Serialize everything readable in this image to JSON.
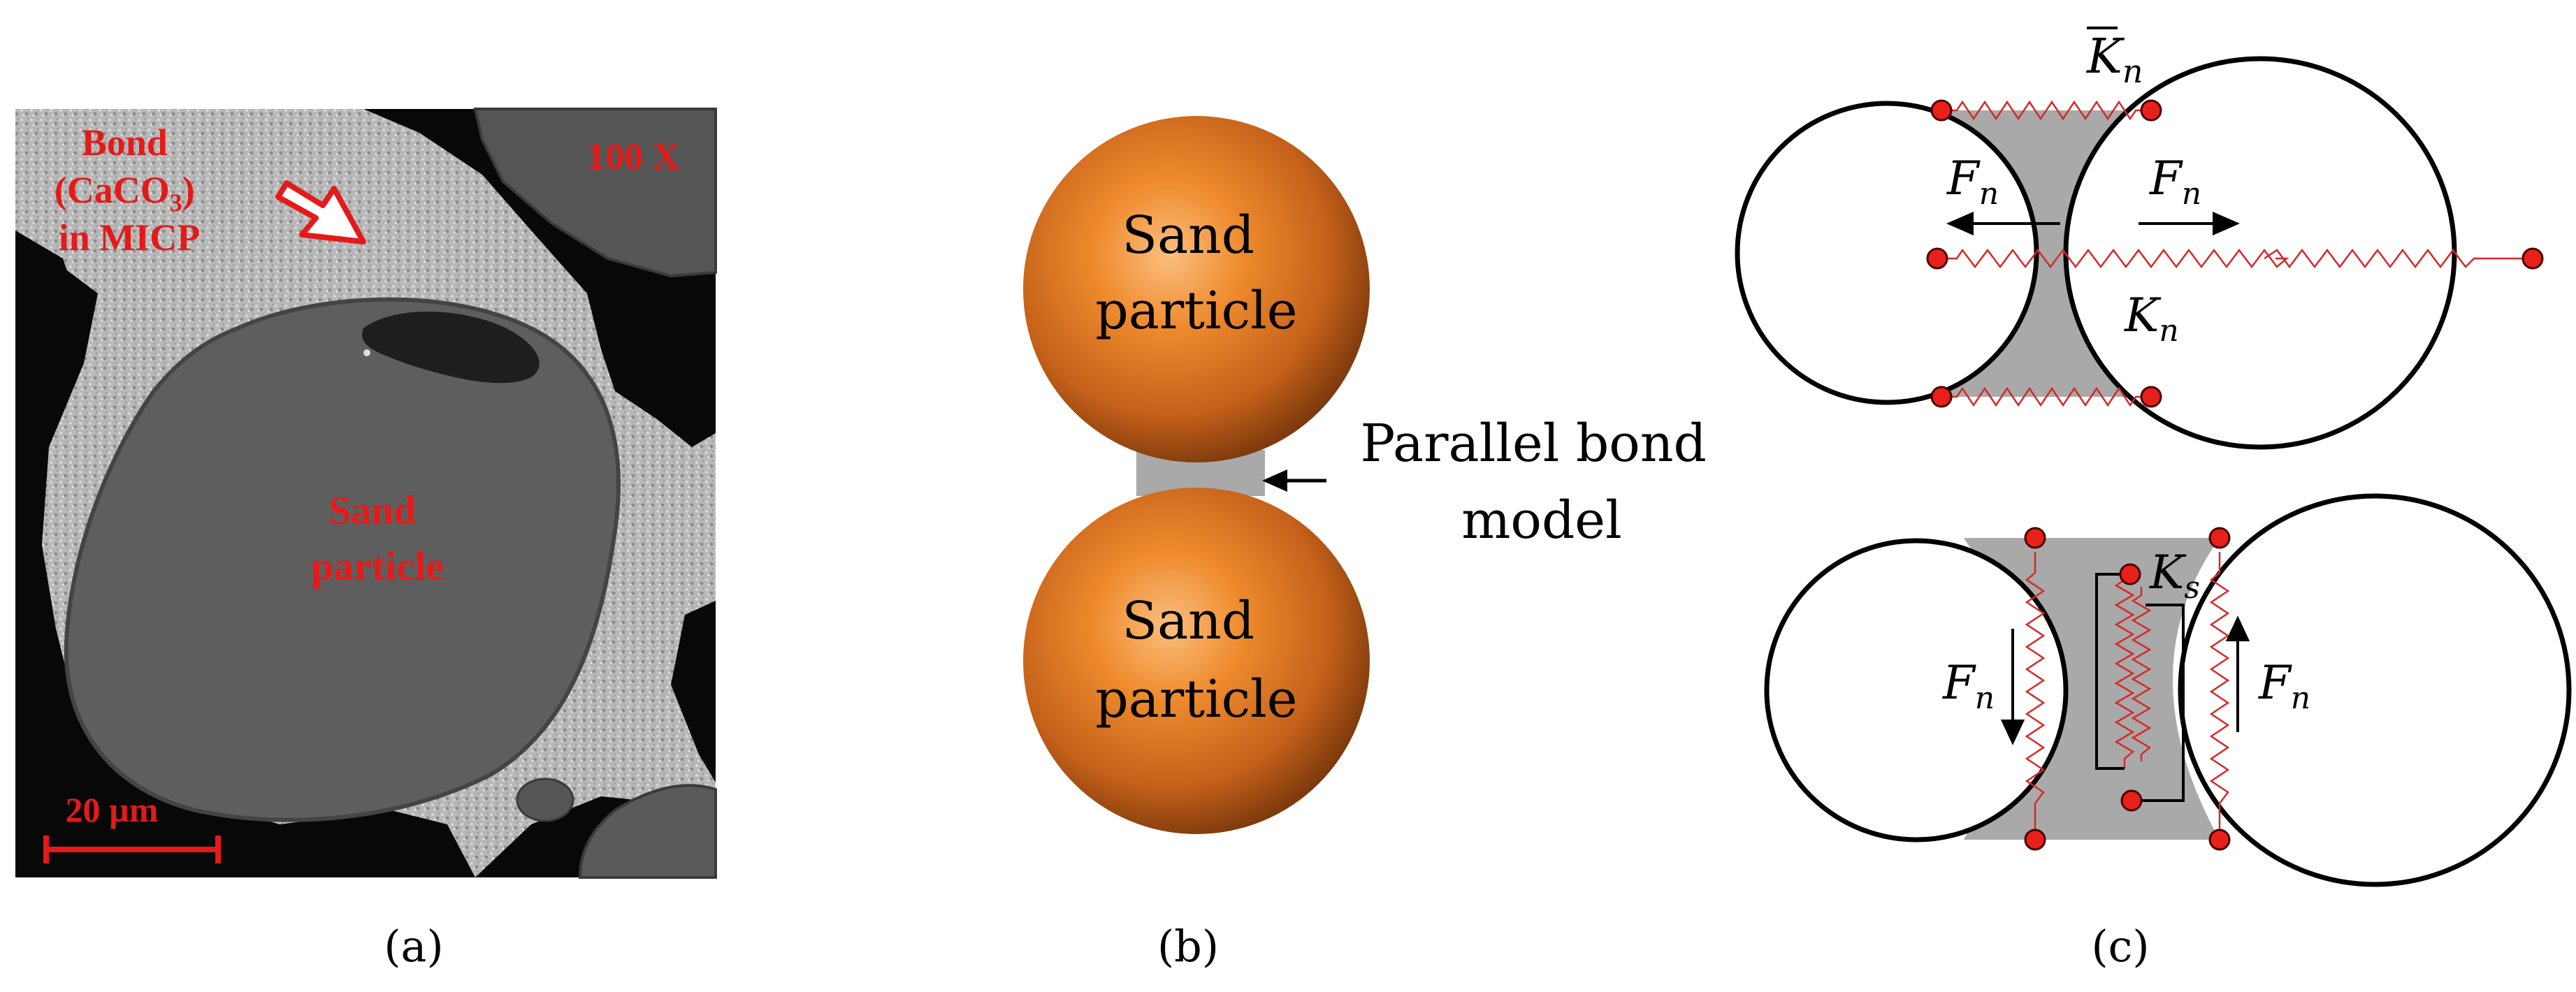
{
  "panel_a": {
    "bond_label": [
      "Bond",
      "(CaCO",
      "3",
      ")",
      "in MICP"
    ],
    "magnification": "100 X",
    "sand_label": [
      "Sand",
      "particle"
    ],
    "scale_bar": "20 µm",
    "caption": "(a)"
  },
  "panel_b": {
    "top_particle": [
      "Sand",
      "particle"
    ],
    "bottom_particle": [
      "Sand",
      "particle"
    ],
    "bond_label": [
      "Parallel bond",
      "model"
    ],
    "caption": "(b)"
  },
  "panel_c": {
    "kn_bar": "K",
    "kn_bar_sub": "n",
    "fn_left": "F",
    "fn_left_sub": "n",
    "fn_right": "F",
    "fn_right_sub": "n",
    "kn": "K",
    "kn_sub": "n",
    "ks": "K",
    "ks_sub": "s",
    "fn_lower_left": "F",
    "fn_lower_left_sub": "n",
    "fn_lower_right": "F",
    "fn_lower_right_sub": "n",
    "caption": "(c)"
  },
  "colors": {
    "label_red": "#e41a1a",
    "node_red": "#e8201b",
    "spring_red": "#d42a2a",
    "bond_gray": "#a9a9a9",
    "particle_orange": "#d2691e"
  }
}
